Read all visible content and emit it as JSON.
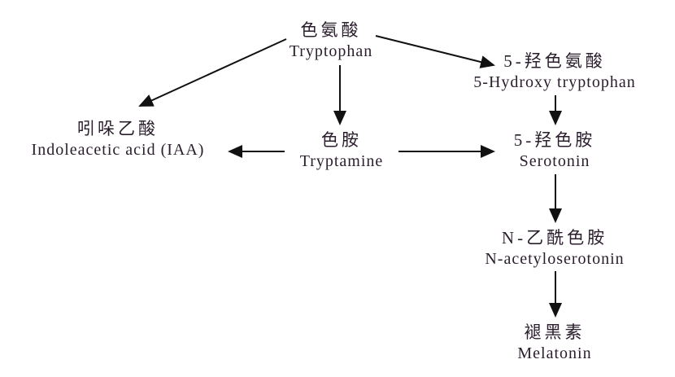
{
  "nodes": {
    "tryptophan": {
      "zh": "色氨酸",
      "en": "Tryptophan"
    },
    "hydroxytryptophan": {
      "zh": "5-羟色氨酸",
      "en": "5-Hydroxy tryptophan"
    },
    "iaa": {
      "zh": "吲哚乙酸",
      "en": "Indoleacetic acid (IAA)"
    },
    "tryptamine": {
      "zh": "色胺",
      "en": "Tryptamine"
    },
    "serotonin": {
      "zh": "5-羟色胺",
      "en": "Serotonin"
    },
    "nas": {
      "zh": "N-乙酰色胺",
      "en": "N-acetyloserotonin"
    },
    "melatonin": {
      "zh": "褪黑素",
      "en": "Melatonin"
    }
  },
  "colors": {
    "text": "#2a1d2c",
    "arrow": "#111111"
  }
}
